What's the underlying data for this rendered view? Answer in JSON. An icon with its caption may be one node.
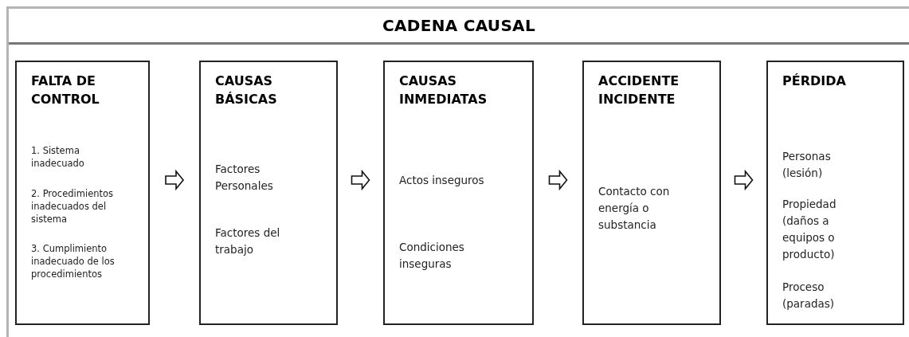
{
  "diagram": {
    "title": "CADENA CAUSAL",
    "nodes": [
      {
        "text": [
          "FALTA DE CONTROL",
          "1. Sistema inadecuado",
          "2. Procedimientos inadecuados del sistema",
          "3. Cumplimiento inadecuado de los procedimientos"
        ]
      },
      {
        "text": [
          "CAUSAS BÁSICAS",
          "Factores Personales",
          "Factores del trabajo"
        ]
      },
      {
        "text": [
          "CAUSAS INMEDIATAS",
          "Actos inseguros",
          "Condiciones inseguras"
        ]
      },
      {
        "text": [
          "ACCIDENTE INCIDENTE",
          "Contacto con energía o substancia"
        ]
      },
      {
        "text": [
          "PÉRDIDA",
          "Personas (lesión)",
          "Propiedad (daños a equipos o producto)",
          "Proceso (paradas)"
        ]
      }
    ],
    "edges": [
      {
        "from": 0,
        "to": 1,
        "arrow": "to"
      },
      {
        "from": 1,
        "to": 2,
        "arrow": "to"
      },
      {
        "from": 2,
        "to": 3,
        "arrow": "to"
      },
      {
        "from": 3,
        "to": 4,
        "arrow": "to"
      }
    ]
  }
}
